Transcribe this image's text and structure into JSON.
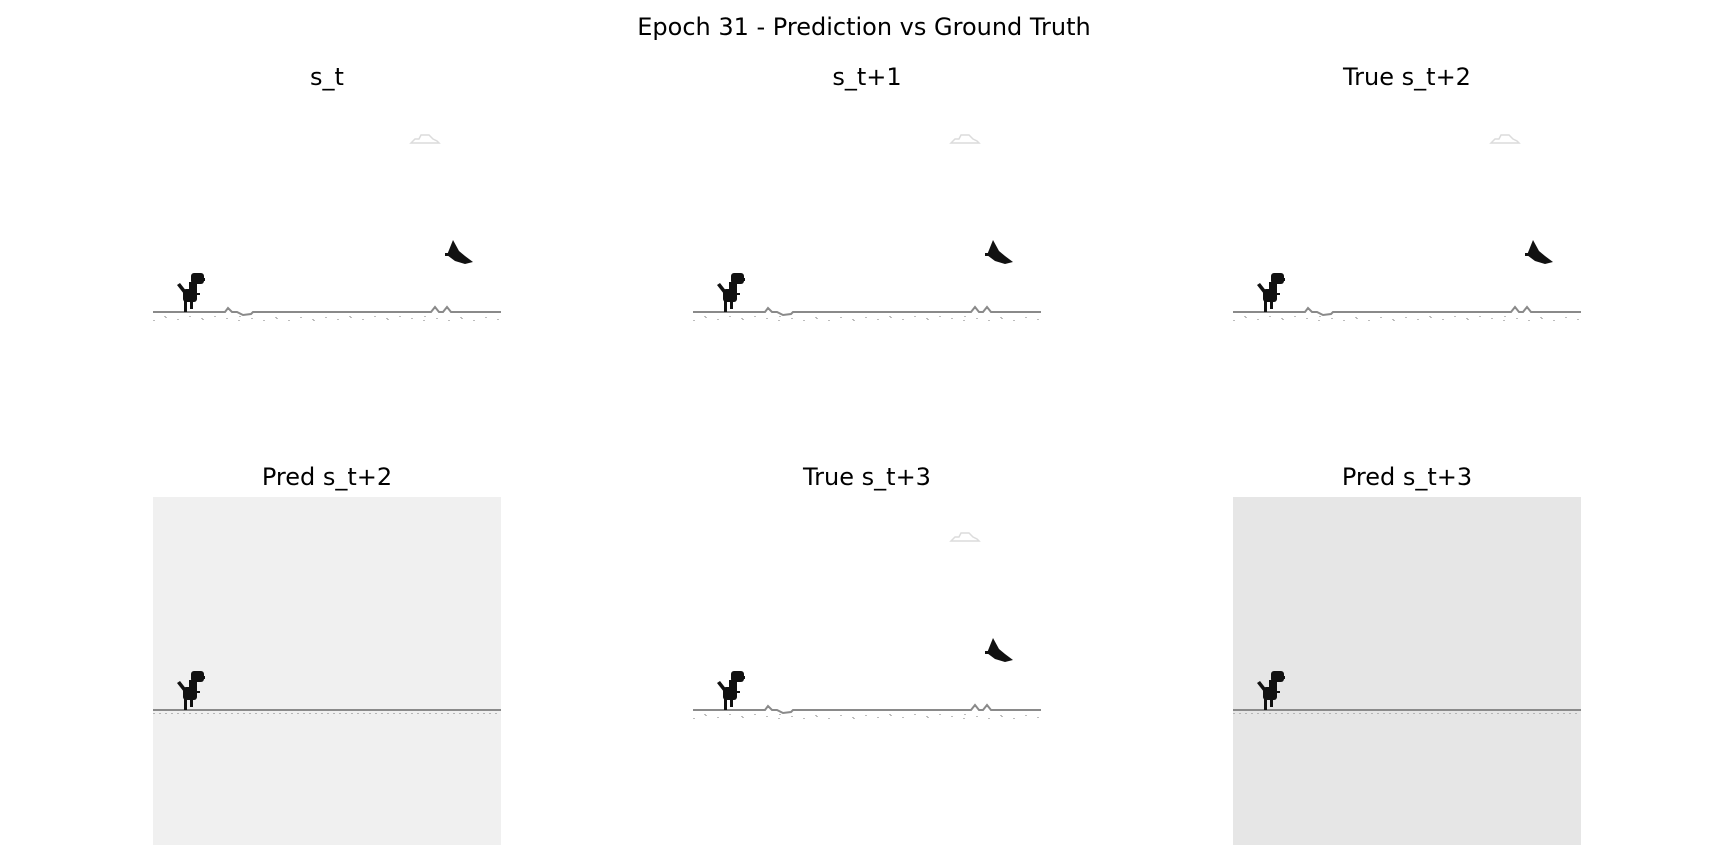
{
  "figure": {
    "title": "Epoch 31 - Prediction vs Ground Truth"
  },
  "panels": [
    {
      "title": "s_t",
      "background": "#ffffff",
      "show_scenery": true,
      "dino": true
    },
    {
      "title": "s_t+1",
      "background": "#ffffff",
      "show_scenery": true,
      "dino": true
    },
    {
      "title": "True s_t+2",
      "background": "#ffffff",
      "show_scenery": true,
      "dino": true
    },
    {
      "title": "Pred s_t+2",
      "background": "#f0f0f0",
      "show_scenery": false,
      "dino": true
    },
    {
      "title": "True s_t+3",
      "background": "#ffffff",
      "show_scenery": true,
      "dino": true
    },
    {
      "title": "Pred s_t+3",
      "background": "#e6e6e6",
      "show_scenery": false,
      "dino": true
    }
  ],
  "colors": {
    "sprite": "#111111",
    "ground": "#8a8a8a",
    "cloud": "#dcdcdc"
  },
  "icons": {
    "player": "dino-icon",
    "enemy": "pterodactyl-icon",
    "sky": "cloud-icon"
  }
}
